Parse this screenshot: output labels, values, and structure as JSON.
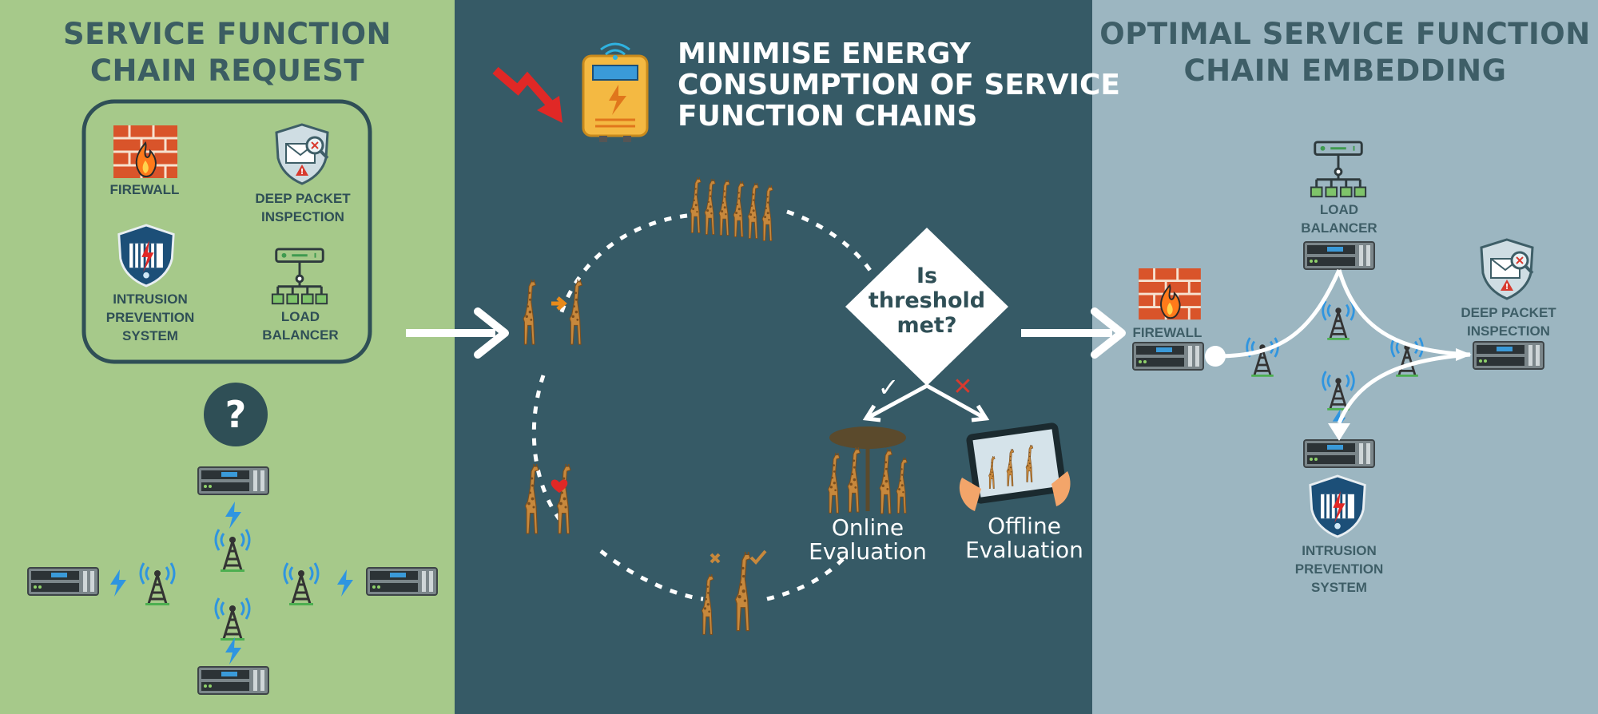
{
  "colors": {
    "left_bg": "#a6c98a",
    "middle_bg": "#365a66",
    "right_bg": "#9cb6c1",
    "title_left": "#3b5d62",
    "title_right": "#3e5e67",
    "label_dark": "#2f4f56",
    "firewall_brick": "#e35d2c",
    "shield_blue": "#1c4f78",
    "server_grey": "#6f7a7e",
    "tower_grey": "#3a3a3a",
    "bolt_blue": "#2f95e0",
    "arrow_red": "#e02826",
    "meter_orange": "#f4b942",
    "diamond_white": "#ffffff",
    "giraffe": "#c7883c",
    "check_white": "#ffffff",
    "cross_red": "#d83a2e"
  },
  "left_panel": {
    "title_line1": "SERVICE FUNCTION",
    "title_line2": "CHAIN REQUEST",
    "functions": {
      "firewall": "FIREWALL",
      "dpi_line1": "DEEP PACKET",
      "dpi_line2": "INSPECTION",
      "ips_line1": "INTRUSION",
      "ips_line2": "PREVENTION",
      "ips_line3": "SYSTEM",
      "lb_line1": "LOAD",
      "lb_line2": "BALANCER"
    },
    "question_mark": "?",
    "icons": [
      "firewall-icon",
      "deep-packet-inspection-icon",
      "intrusion-prevention-shield-icon",
      "load-balancer-icon",
      "server-icon",
      "cell-tower-icon",
      "lightning-icon"
    ]
  },
  "middle_panel": {
    "title_line1": "MINIMISE ENERGY",
    "title_line2": "CONSUMPTION OF SERVICE",
    "title_line3": "FUNCTION CHAINS",
    "decision_line1": "Is",
    "decision_line2": "threshold",
    "decision_line3": "met?",
    "yes_mark": "✓",
    "no_mark": "✕",
    "online_line1": "Online",
    "online_line2": "Evaluation",
    "offline_line1": "Offline",
    "offline_line2": "Evaluation",
    "icons": [
      "energy-meter-icon",
      "wifi-icon",
      "down-trend-arrow-icon",
      "giraffe-herd-icon",
      "giraffe-pair-icon",
      "heart-icon",
      "check-icon",
      "cross-icon",
      "tablet-icon"
    ]
  },
  "right_panel": {
    "title_line1": "OPTIMAL SERVICE FUNCTION",
    "title_line2": "CHAIN EMBEDDING",
    "lb_line1": "LOAD",
    "lb_line2": "BALANCER",
    "firewall": "FIREWALL",
    "dpi_line1": "DEEP PACKET",
    "dpi_line2": "INSPECTION",
    "ips_line1": "INTRUSION",
    "ips_line2": "PREVENTION",
    "ips_line3": "SYSTEM"
  }
}
